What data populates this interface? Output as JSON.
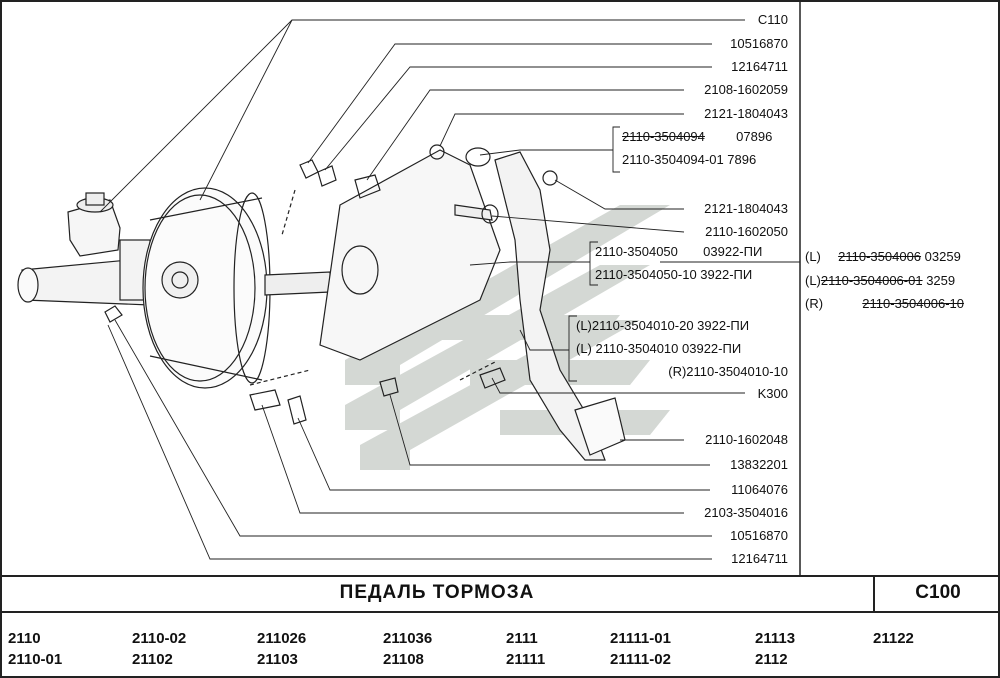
{
  "labels_right": [
    "C110",
    "10516870",
    "12164711",
    "2108-1602059",
    "2121-1804043",
    "2121-1804043",
    "2110-1602050",
    "K300",
    "2110-1602048",
    "13832201",
    "11064076",
    "2103-3504016",
    "10516870",
    "12164711"
  ],
  "group_a": {
    "l1_code": "2110-3504094",
    "l1_val": "07896",
    "l2": "2110-3504094-01  7896"
  },
  "group_b": {
    "l1_code": "2110-3504050",
    "l1_val": "03922-ПИ",
    "l2": "2110-3504050-10  3922-ПИ"
  },
  "group_c": {
    "l1": "(L)2110-3504010-20  3922-ПИ",
    "l2": "(L)   2110-3504010  03922-ПИ",
    "l3": "(R)2110-3504010-10"
  },
  "group_d": {
    "l1_prefix": "(L)",
    "l1_code": "2110-3504006",
    "l1_val": "03259",
    "l2_prefix": "(L)",
    "l2_code": "2110-3504006-01",
    "l2_val": "3259",
    "l3_prefix": "(R)",
    "l3_code": "2110-3504006-10"
  },
  "title": "ПЕДАЛЬ   ТОРМОЗА",
  "code": "C100",
  "models": [
    [
      "2110",
      "2110-01"
    ],
    [
      "2110-02",
      "21102"
    ],
    [
      "211026",
      "21103"
    ],
    [
      "211036",
      "21108"
    ],
    [
      "2111",
      "21111"
    ],
    [
      "21111-01",
      "21111-02"
    ],
    [
      "21113",
      "2112"
    ],
    [
      "21122",
      ""
    ]
  ]
}
